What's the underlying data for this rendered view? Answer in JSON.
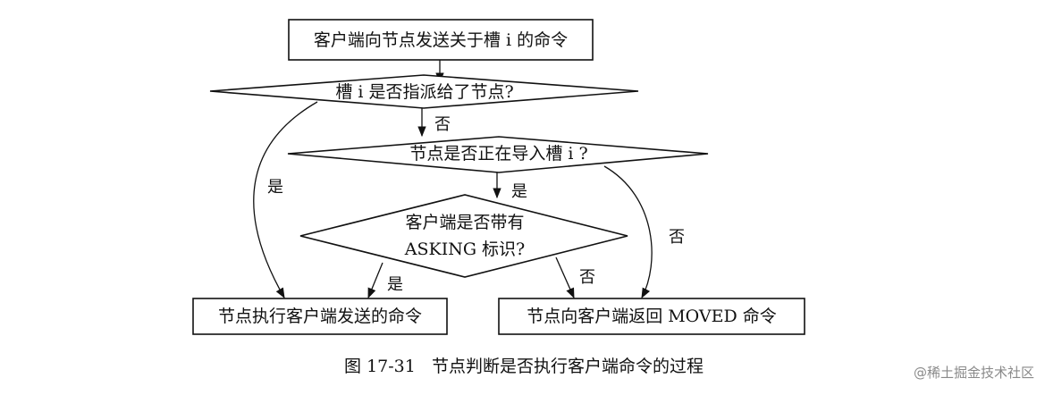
{
  "nodes": {
    "start": "客户端向节点发送关于槽 i 的命令",
    "decision_assigned": "槽 i 是否指派给了节点?",
    "decision_importing": "节点是否正在导入槽 i ?",
    "decision_asking_line1": "客户端是否带有",
    "decision_asking_line2": "ASKING 标识?",
    "result_execute": "节点执行客户端发送的命令",
    "result_moved": "节点向客户端返回 MOVED 命令"
  },
  "edges": {
    "assigned_no": "否",
    "assigned_yes": "是",
    "importing_yes": "是",
    "importing_no": "否",
    "asking_yes": "是",
    "asking_no": "否"
  },
  "caption": "图 17-31   节点判断是否执行客户端命令的过程",
  "watermark": "@稀土掘金技术社区"
}
